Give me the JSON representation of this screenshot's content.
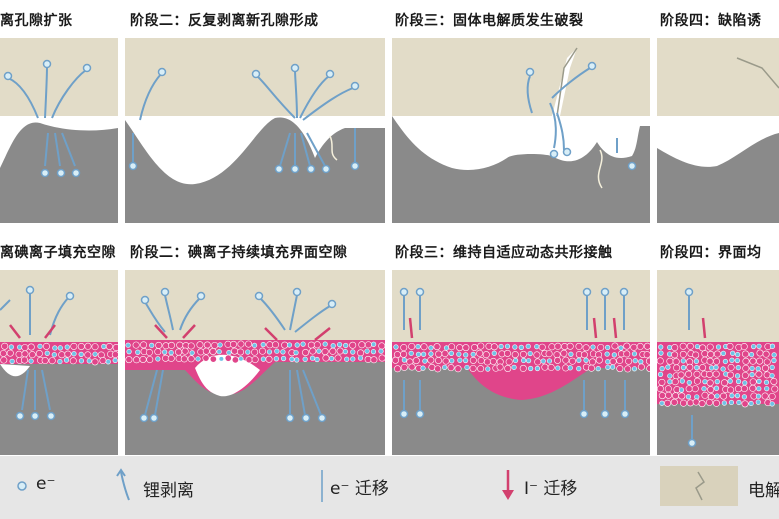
{
  "row1_titles": [
    "离孔隙扩张",
    "阶段二：反复剥离新孔隙形成",
    "阶段三：固体电解质发生破裂",
    "阶段四：缺陷诱"
  ],
  "row2_titles": [
    "离碘离子填充空隙",
    "阶段二：碘离子持续填充界面空隙",
    "阶段三：维持自适应动态共形接触",
    "阶段四：界面均"
  ],
  "legend": {
    "electron": "e⁻",
    "stripping": "锂剥离",
    "electron_migration": "e⁻ 迁移",
    "iodide_migration": "I⁻ 迁移",
    "electrolyte": "电解"
  },
  "colors": {
    "electrolyte": "#e2dcc8",
    "lithium": "#8a8a8a",
    "void": "#ffffff",
    "arrow_blue": "#6fa0c8",
    "arrow_pink": "#d2406e",
    "particle_pink": "#e0458a",
    "particle_blue": "#6fc2e6"
  }
}
